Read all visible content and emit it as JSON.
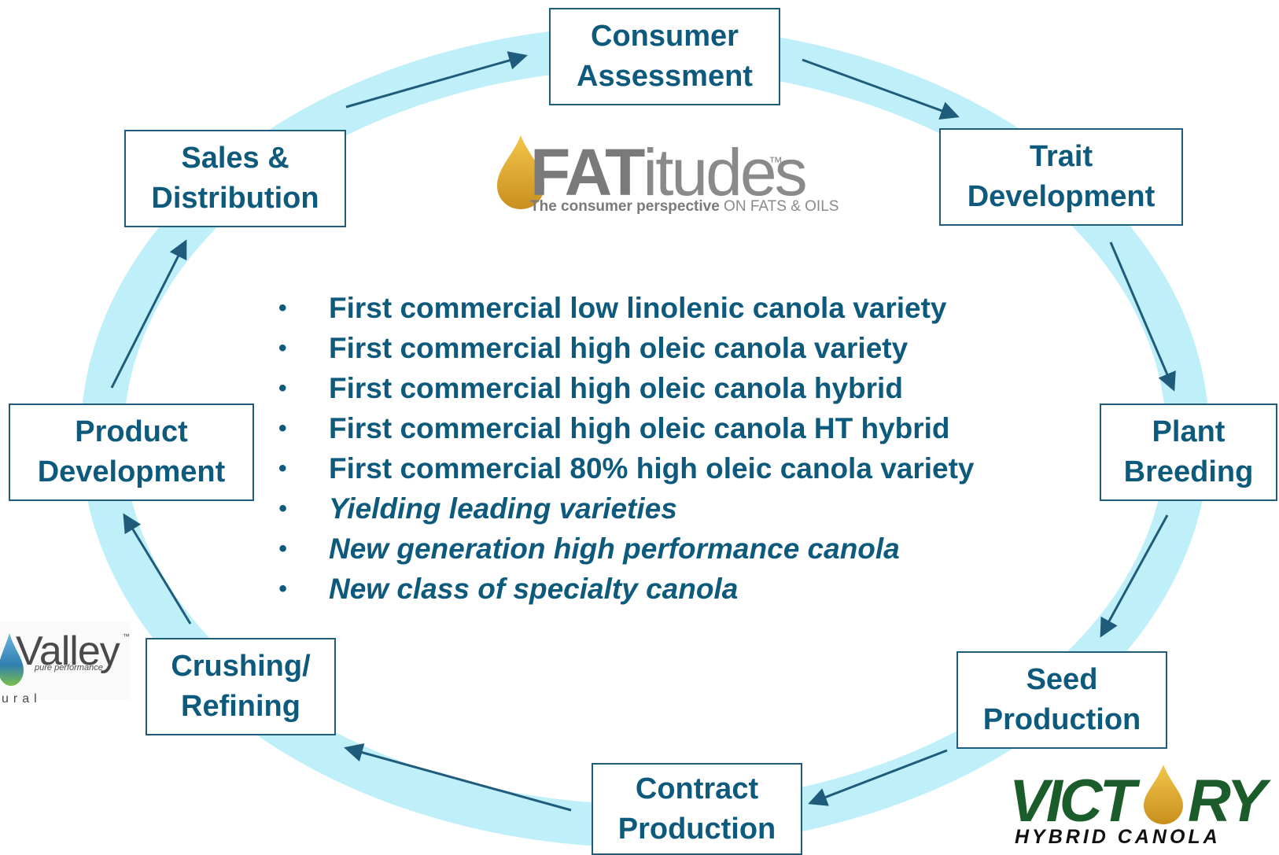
{
  "colors": {
    "ring": "#bff0fa",
    "arrow": "#1f5b7a",
    "text": "#0e5a7d",
    "box_border": "#1f5b7a",
    "fat_gold": "#d4a02a",
    "fat_gray": "#7a7a7a",
    "victory_green": "#1a5c2a"
  },
  "stages": {
    "consumer": {
      "line1": "Consumer",
      "line2": "Assessment"
    },
    "trait": {
      "line1": "Trait",
      "line2": "Development"
    },
    "plant": {
      "line1": "Plant",
      "line2": "Breeding"
    },
    "seed": {
      "line1": "Seed",
      "line2": "Production"
    },
    "contract": {
      "line1": "Contract",
      "line2": "Production"
    },
    "crushing": {
      "line1": "Crushing/",
      "line2": "Refining"
    },
    "product": {
      "line1": "Product",
      "line2": "Development"
    },
    "sales": {
      "line1": "Sales &",
      "line2": "Distribution"
    }
  },
  "bullets": [
    {
      "text": "First commercial low linolenic canola variety",
      "italic": false
    },
    {
      "text": "First commercial high oleic canola variety",
      "italic": false
    },
    {
      "text": "First commercial high oleic canola hybrid",
      "italic": false
    },
    {
      "text": "First commercial high oleic canola HT hybrid",
      "italic": false
    },
    {
      "text": "First commercial 80% high oleic canola variety",
      "italic": false
    },
    {
      "text": "Yielding leading varieties",
      "italic": true
    },
    {
      "text": "New generation high performance canola",
      "italic": true
    },
    {
      "text": "New class of specialty canola",
      "italic": true
    }
  ],
  "logos": {
    "fatitudes": {
      "brand_bold": "FAT",
      "brand_light": "itudes",
      "tm": "™",
      "tagline_bold": "The consumer perspective",
      "tagline_light": " ON FATS & OILS",
      "icon": "oil-drop-icon"
    },
    "valley": {
      "name": "Valley",
      "tm": "™",
      "tagline": "pure performance",
      "tagline_tm": "™",
      "sub": "ural",
      "icon": "water-drop-icon"
    },
    "victory": {
      "word_left": "VICT",
      "word_right": "RY",
      "sub": "HYBRID CANOLA",
      "icon": "oil-drop-icon"
    }
  }
}
